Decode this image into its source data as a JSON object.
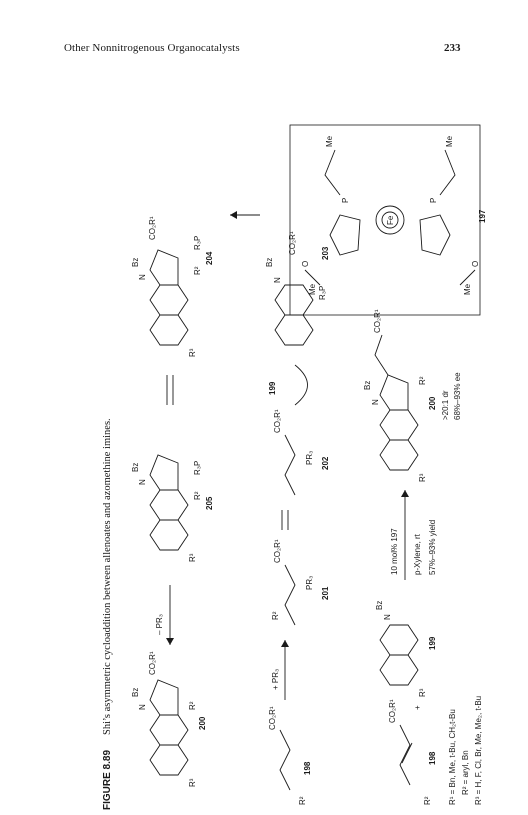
{
  "header": {
    "chapter_title": "Other Nonnitrogenous Organocatalysts",
    "page_number": "233"
  },
  "figure": {
    "label": "FIGURE 8.89",
    "caption": "Shi’s asymmetric cycloaddition between allenoates and azomethine imines.",
    "compounds": {
      "c198": "198",
      "c199": "199",
      "c200": "200",
      "c201": "201",
      "c202": "202",
      "c203": "203",
      "c204": "204",
      "c205": "205",
      "c197": "197"
    },
    "substituents": {
      "r1": "R¹ = Bn, Me, t-Bu, CH₂t-Bu",
      "r2": "R² = aryl, Bn",
      "r3": "R³ = H, F, Cl, Br, Me, Me₂, t-Bu"
    },
    "conditions": {
      "catalyst": "10 mol% 197",
      "solvent": "p-Xylene, rt",
      "yield": "57%–93% yield"
    },
    "product_stats": {
      "dr": ">20:1 dr",
      "ee": "68%–93% ee"
    },
    "reagents": {
      "add_phosphine": "+ PR₃",
      "remove_phosphine": "– PR₃",
      "imine_addition": "199"
    },
    "atom_labels": {
      "co2r1": "CO₂R¹",
      "r2": "R²",
      "r3": "R³",
      "bz": "Bz",
      "n": "N",
      "pr3": "PR₃",
      "r3p": "R₃P",
      "me": "Me",
      "fe": "Fe",
      "p": "P",
      "o": "O"
    }
  }
}
